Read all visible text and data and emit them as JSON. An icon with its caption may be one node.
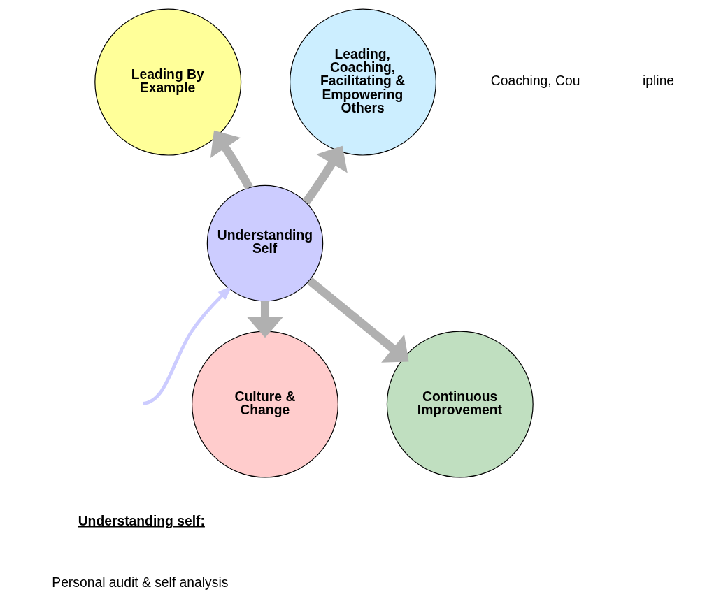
{
  "diagram": {
    "nodes": [
      {
        "text": [
          "Understanding Self"
        ]
      },
      {
        "text": [
          "Leading By Example"
        ]
      },
      {
        "text": [
          "Leading, Coaching, Facilitating & Empowering Others"
        ]
      },
      {
        "text": [
          "Culture & Change"
        ]
      },
      {
        "text": [
          "Continuous Improvement"
        ]
      }
    ],
    "edges": [
      {
        "from": 0,
        "to": 1,
        "arrow": "to"
      },
      {
        "from": 0,
        "to": 2,
        "arrow": "to"
      },
      {
        "from": 0,
        "to": 3,
        "arrow": "to"
      },
      {
        "from": 0,
        "to": 4,
        "arrow": "to"
      },
      {
        "from": null,
        "to": 0,
        "arrow": "to",
        "color": "#ccccff"
      }
    ],
    "labels": [
      "Coaching, Cou",
      "ipline",
      "Understanding self:",
      "Personal audit & self analysis"
    ]
  }
}
